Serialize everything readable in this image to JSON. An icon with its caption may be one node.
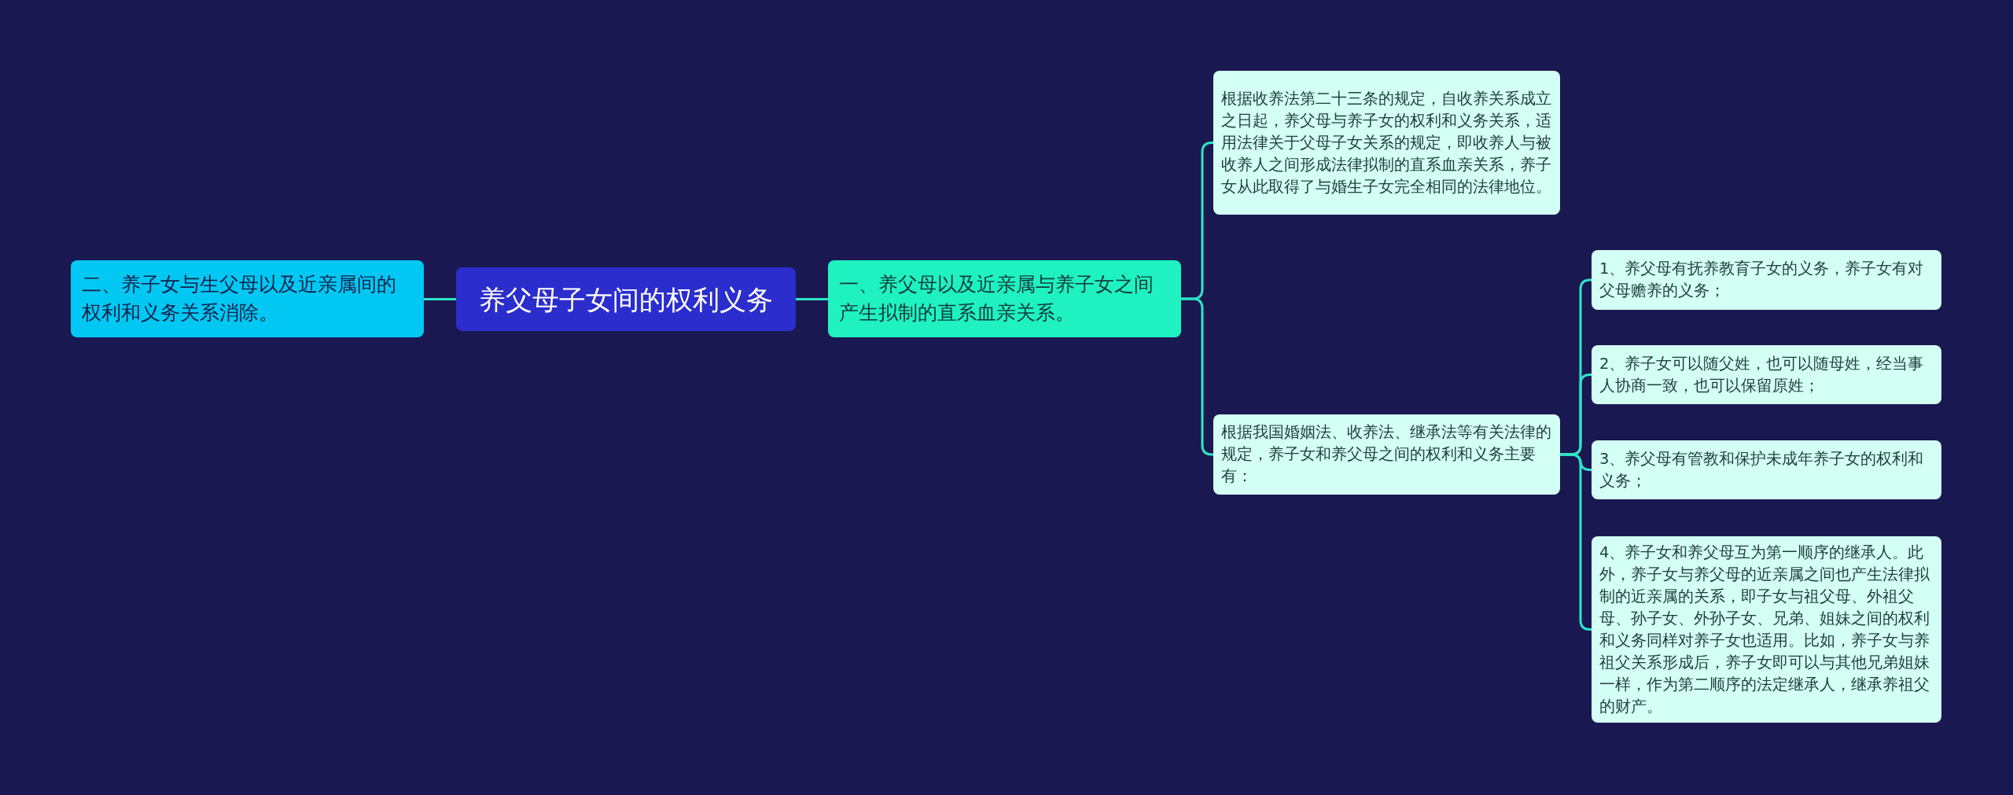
{
  "diagram": {
    "nodes": [
      {
        "text": [
          "养父母子女间的权利义务"
        ]
      },
      {
        "text": [
          "二、养子女与生父母以及近亲属间的权利和义务关系消除。"
        ]
      },
      {
        "text": [
          "一、养父母以及近亲属与养子女之间产生拟制的直系血亲关系。"
        ]
      },
      {
        "text": [
          "根据收养法第二十三条的规定，自收养关系成立之日起，养父母与养子女的权利和义务关系，适用法律关于父母子女关系的规定，即收养人与被收养人之间形成法律拟制的直系血亲关系，养子女从此取得了与婚生子女完全相同的法律地位。"
        ]
      },
      {
        "text": [
          "根据我国婚姻法、收养法、继承法等有关法律的规定，养子女和养父母之间的权利和义务主要有："
        ]
      },
      {
        "text": [
          "1、养父母有抚养教育子女的义务，养子女有对父母赡养的义务；"
        ]
      },
      {
        "text": [
          "2、养子女可以随父姓，也可以随母姓，经当事人协商一致，也可以保留原姓；"
        ]
      },
      {
        "text": [
          "3、养父母有管教和保护未成年养子女的权利和义务；"
        ]
      },
      {
        "text": [
          "4、养子女和养父母互为第一顺序的继承人。此外，养子女与养父母的近亲属之间也产生法律拟制的近亲属的关系，即子女与祖父母、外祖父母、孙子女、外孙子女、兄弟、姐妹之间的权利和义务同样对养子女也适用。比如，养子女与养祖父关系形成后，养子女即可以与其他兄弟姐妹一样，作为第二顺序的法定继承人，继承养祖父的财产。"
        ]
      }
    ],
    "edges": [
      {
        "from": 0,
        "to": 1,
        "arrow": "none"
      },
      {
        "from": 0,
        "to": 2,
        "arrow": "none"
      },
      {
        "from": 2,
        "to": 3,
        "arrow": "none"
      },
      {
        "from": 2,
        "to": 4,
        "arrow": "none"
      },
      {
        "from": 4,
        "to": 5,
        "arrow": "none"
      },
      {
        "from": 4,
        "to": 6,
        "arrow": "none"
      },
      {
        "from": 4,
        "to": 7,
        "arrow": "none"
      },
      {
        "from": 4,
        "to": 8,
        "arrow": "none"
      }
    ]
  }
}
